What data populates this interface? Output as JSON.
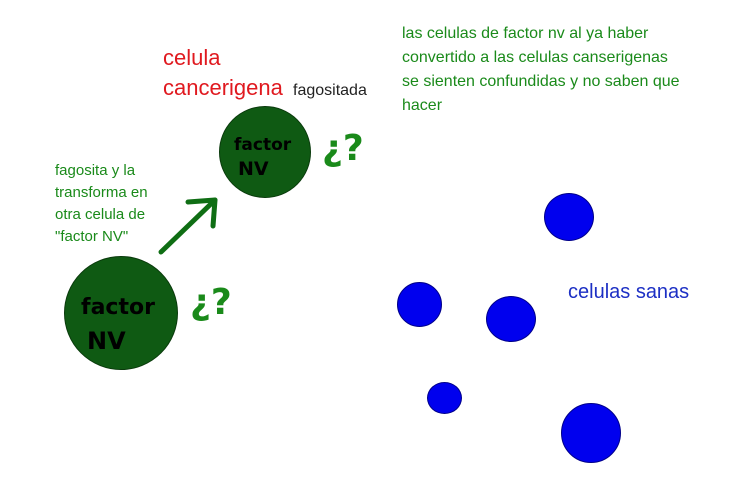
{
  "cancer_cell_label": {
    "line1": "celula",
    "line2": "cancerigena"
  },
  "phagocytosed_label": "fagositada",
  "top_note": {
    "lines": [
      "las celulas de factor nv al ya haber",
      "convertido a las celulas canserigenas",
      "se sienten confundidas y no saben que",
      "hacer"
    ]
  },
  "left_note": {
    "lines": [
      "fagosita y la",
      "transforma en",
      "otra celula de",
      "\"factor NV\""
    ]
  },
  "cells": {
    "large": {
      "line1": "factor",
      "line2": "NV",
      "question": "¿?"
    },
    "small": {
      "line1": "factor",
      "line2": "NV",
      "question": "¿?"
    }
  },
  "healthy_cells_label": "celulas sanas",
  "colors": {
    "cell_green": "#0f5a13",
    "text_green": "#1a8a1a",
    "label_red": "#e0191f",
    "healthy_blue": "#0000ee",
    "label_blue": "#1c2fc4"
  },
  "icons": {
    "arrow": "arrow-up-right-icon"
  }
}
